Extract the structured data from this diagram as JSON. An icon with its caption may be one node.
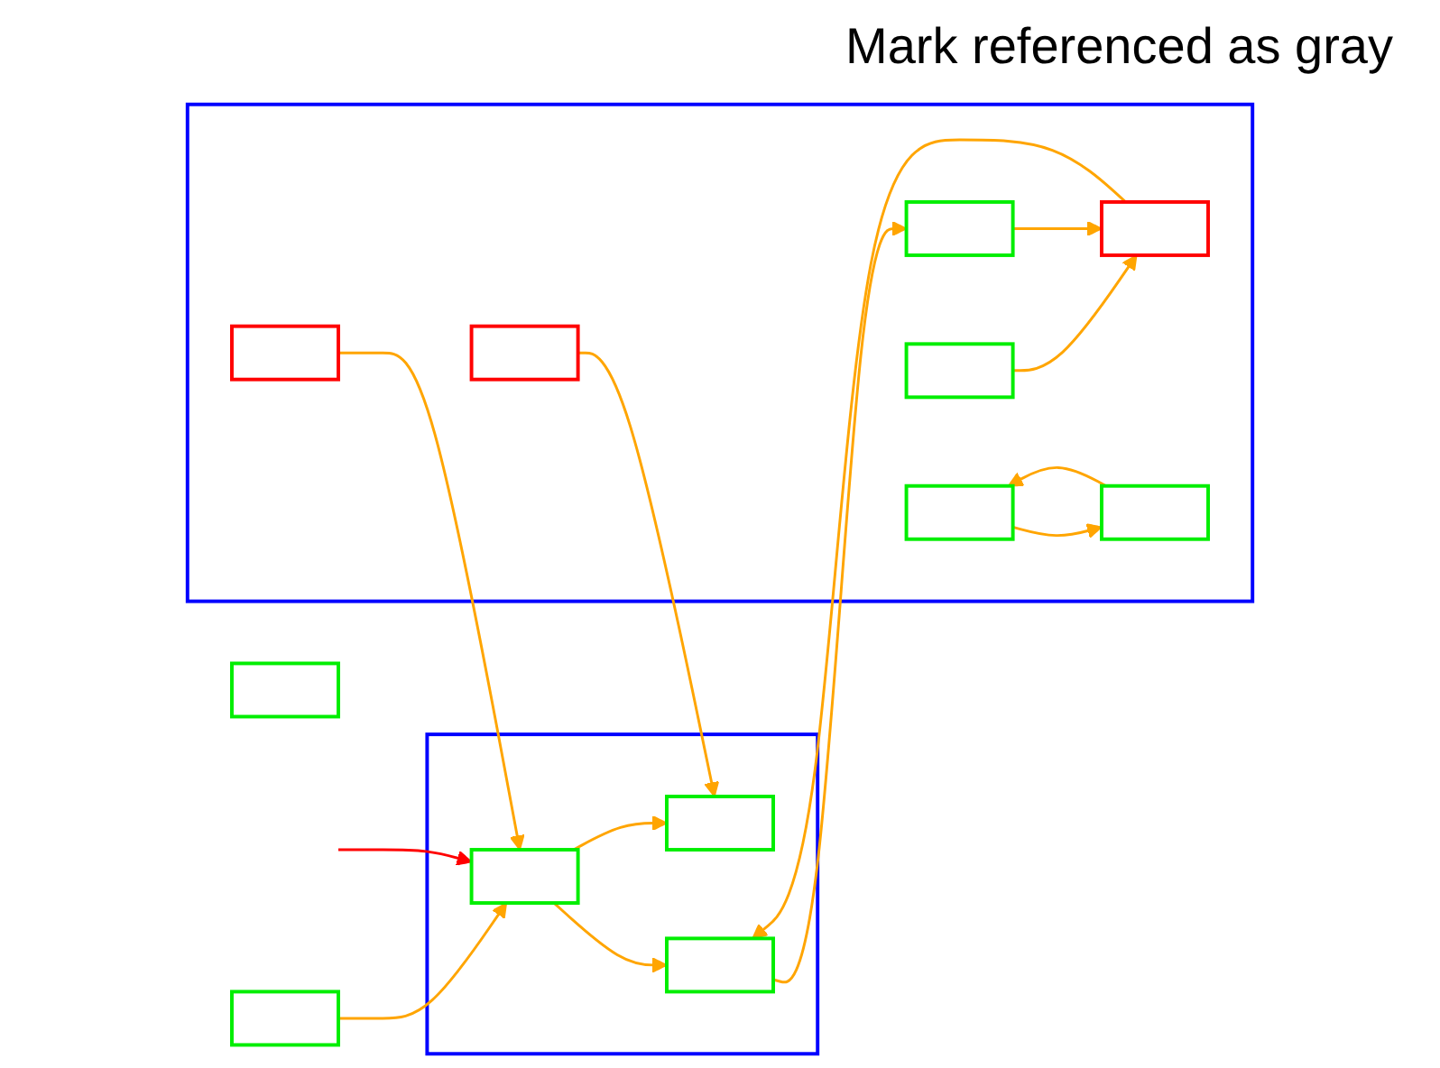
{
  "diagram": {
    "nodes": [
      {
        "text": [],
        "shape": "box"
      },
      {
        "text": [],
        "shape": "box"
      },
      {
        "text": [],
        "shape": "box"
      },
      {
        "text": [],
        "shape": "box",
        "in": 2
      },
      {
        "text": [],
        "shape": "box",
        "in": 2
      },
      {
        "text": [],
        "shape": "box",
        "in": 2
      },
      {
        "text": [],
        "shape": "box",
        "in": 2
      },
      {
        "text": [],
        "shape": "box",
        "in": 2
      },
      {
        "text": [],
        "shape": "box",
        "in": 2
      },
      {
        "text": [],
        "shape": "box",
        "in": 2
      },
      {
        "text": [],
        "shape": "box"
      },
      {
        "text": [],
        "shape": "box",
        "in": 10
      },
      {
        "text": [],
        "shape": "box",
        "in": 10
      },
      {
        "text": [],
        "shape": "box",
        "in": 10
      }
    ],
    "edges": [
      {
        "from": 1,
        "to": 11,
        "arrow": "to"
      },
      {
        "from": 3,
        "to": 11,
        "arrow": "to"
      },
      {
        "from": 4,
        "to": 12,
        "arrow": "to"
      },
      {
        "from": 5,
        "to": 7,
        "arrow": "to"
      },
      {
        "from": 6,
        "to": 8,
        "arrow": "to"
      },
      {
        "from": 8,
        "to": 6,
        "arrow": "to"
      },
      {
        "from": 7,
        "to": 13,
        "arrow": "to"
      },
      {
        "from": 13,
        "to": 9,
        "arrow": "to"
      },
      {
        "from": 9,
        "to": 7,
        "arrow": "to"
      },
      {
        "from": 11,
        "to": 12,
        "arrow": "to"
      },
      {
        "from": 11,
        "to": 13,
        "arrow": "to"
      },
      {
        "from": null,
        "to": 11,
        "arrow": "to",
        "color": "#ff0000"
      }
    ],
    "labels": [
      "Mark referenced as gray"
    ]
  }
}
